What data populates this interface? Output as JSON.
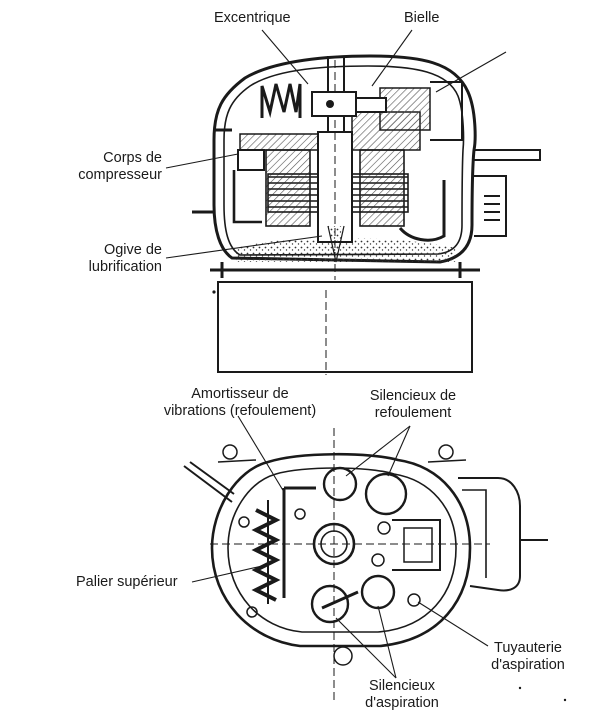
{
  "labels": {
    "excentrique": "Excentrique",
    "bielle": "Bielle",
    "corps_line1": "Corps de",
    "corps_line2": "compresseur",
    "ogive_line1": "Ogive de",
    "ogive_line2": "lubrification",
    "amortisseur_line1": "Amortisseur de",
    "amortisseur_line2": "vibrations (refoulement)",
    "sil_ref_line1": "Silencieux de",
    "sil_ref_line2": "refoulement",
    "palier": "Palier supérieur",
    "tuyau_line1": "Tuyauterie",
    "tuyau_line2": "d'aspiration",
    "sil_asp_line1": "Silencieux",
    "sil_asp_line2": "d'aspiration"
  },
  "colors": {
    "ink": "#1a1a1a",
    "hatch": "#555555",
    "paper": "#ffffff"
  }
}
